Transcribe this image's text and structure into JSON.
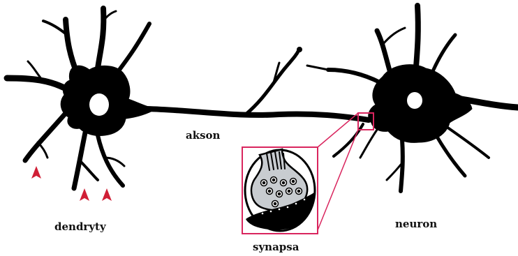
{
  "labels": {
    "axon": "akson",
    "dendrites": "dendryty",
    "neuron": "neuron",
    "synapse": "synapsa"
  },
  "colors": {
    "cell": "#000000",
    "highlight": "#d9255e",
    "arrow": "#d01f36",
    "vesicle_fill": "#c8ccd0",
    "background": "#ffffff"
  }
}
